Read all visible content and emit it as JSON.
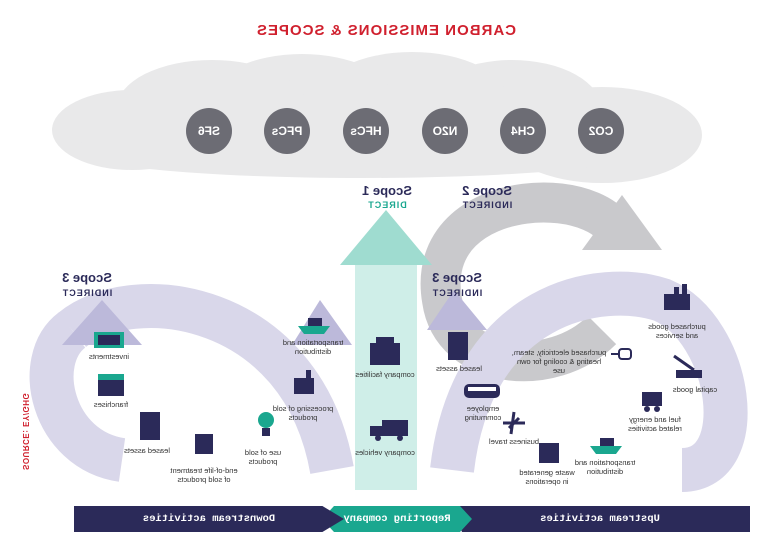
{
  "title": "CARBON EMISSIONS & SCOPES",
  "gases": [
    "CO2",
    "CH4",
    "N2O",
    "HFCs",
    "PFCs",
    "SF6"
  ],
  "scopes": {
    "scope1": {
      "title": "Scope 1",
      "sub": "DIRECT"
    },
    "scope2": {
      "title": "Scope 2",
      "sub": "INDIRECT"
    },
    "scope3_up": {
      "title": "Scope 3",
      "sub": "INDIRECT"
    },
    "scope3_down": {
      "title": "Scope 3",
      "sub": "INDIRECT"
    }
  },
  "upstream": {
    "purchased_goods": "purchased goods and services",
    "capital_goods": "capital goods",
    "fuel_energy": "fuel and energy related activities",
    "transport": "transportation and distribution",
    "waste": "waste generated in operations",
    "travel": "business travel",
    "commuting": "employee commuting",
    "leased": "leased assets",
    "purchased_electricity": "purchased electricity, steam, heating & cooling for own use"
  },
  "company": {
    "facilities": "company facilities",
    "vehicles": "company vehicles"
  },
  "downstream": {
    "transport": "transportation and distribution",
    "processing": "processing of sold products",
    "use": "use of sold products",
    "end_of_life": "end-of-life treatment of sold products",
    "leased": "leased assets",
    "franchises": "franchises",
    "investments": "investments"
  },
  "bars": {
    "upstream": "Upstream activities",
    "reporting": "Reporting company",
    "downstream": "Downstream activities"
  },
  "source": "SOURCE: EY/GHG",
  "colors": {
    "title_red": "#d0202e",
    "navy": "#2b2a59",
    "teal": "#1aa78f",
    "lavender": "#b6b4d4",
    "gray_cloud": "#e6e6e6"
  }
}
